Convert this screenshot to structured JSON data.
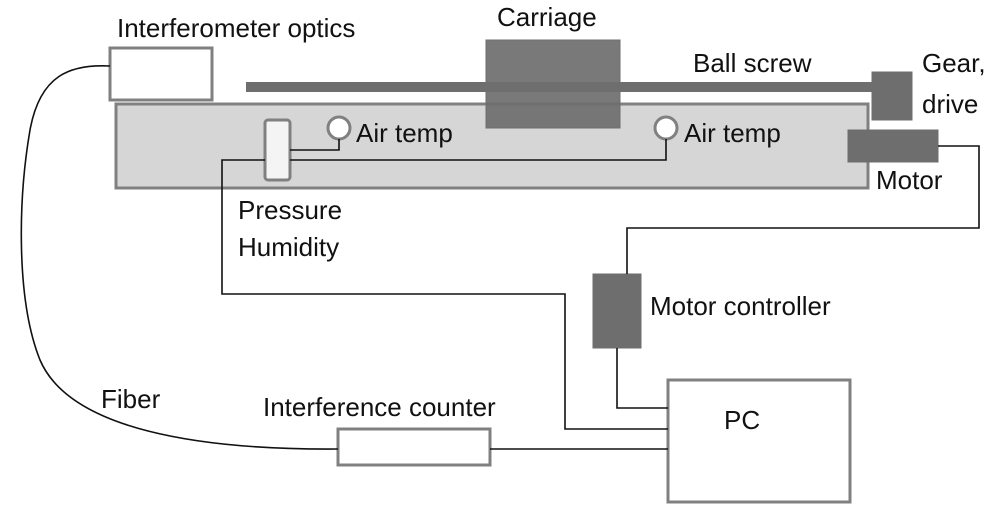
{
  "labels": {
    "interferometer_optics": "Interferometer optics",
    "carriage": "Carriage",
    "ball_screw": "Ball screw",
    "gear_line1": "Gear,",
    "gear_line2": "drive",
    "air_temp_left": "Air temp",
    "air_temp_right": "Air temp",
    "motor": "Motor",
    "pressure": "Pressure",
    "humidity": "Humidity",
    "motor_controller": "Motor controller",
    "fiber": "Fiber",
    "interference_counter": "Interference counter",
    "pc": "PC"
  },
  "colors": {
    "rail_fill": "#d6d6d6",
    "outline_gray": "#808080",
    "component_dark": "#6e6e6e",
    "wire": "#111111"
  }
}
